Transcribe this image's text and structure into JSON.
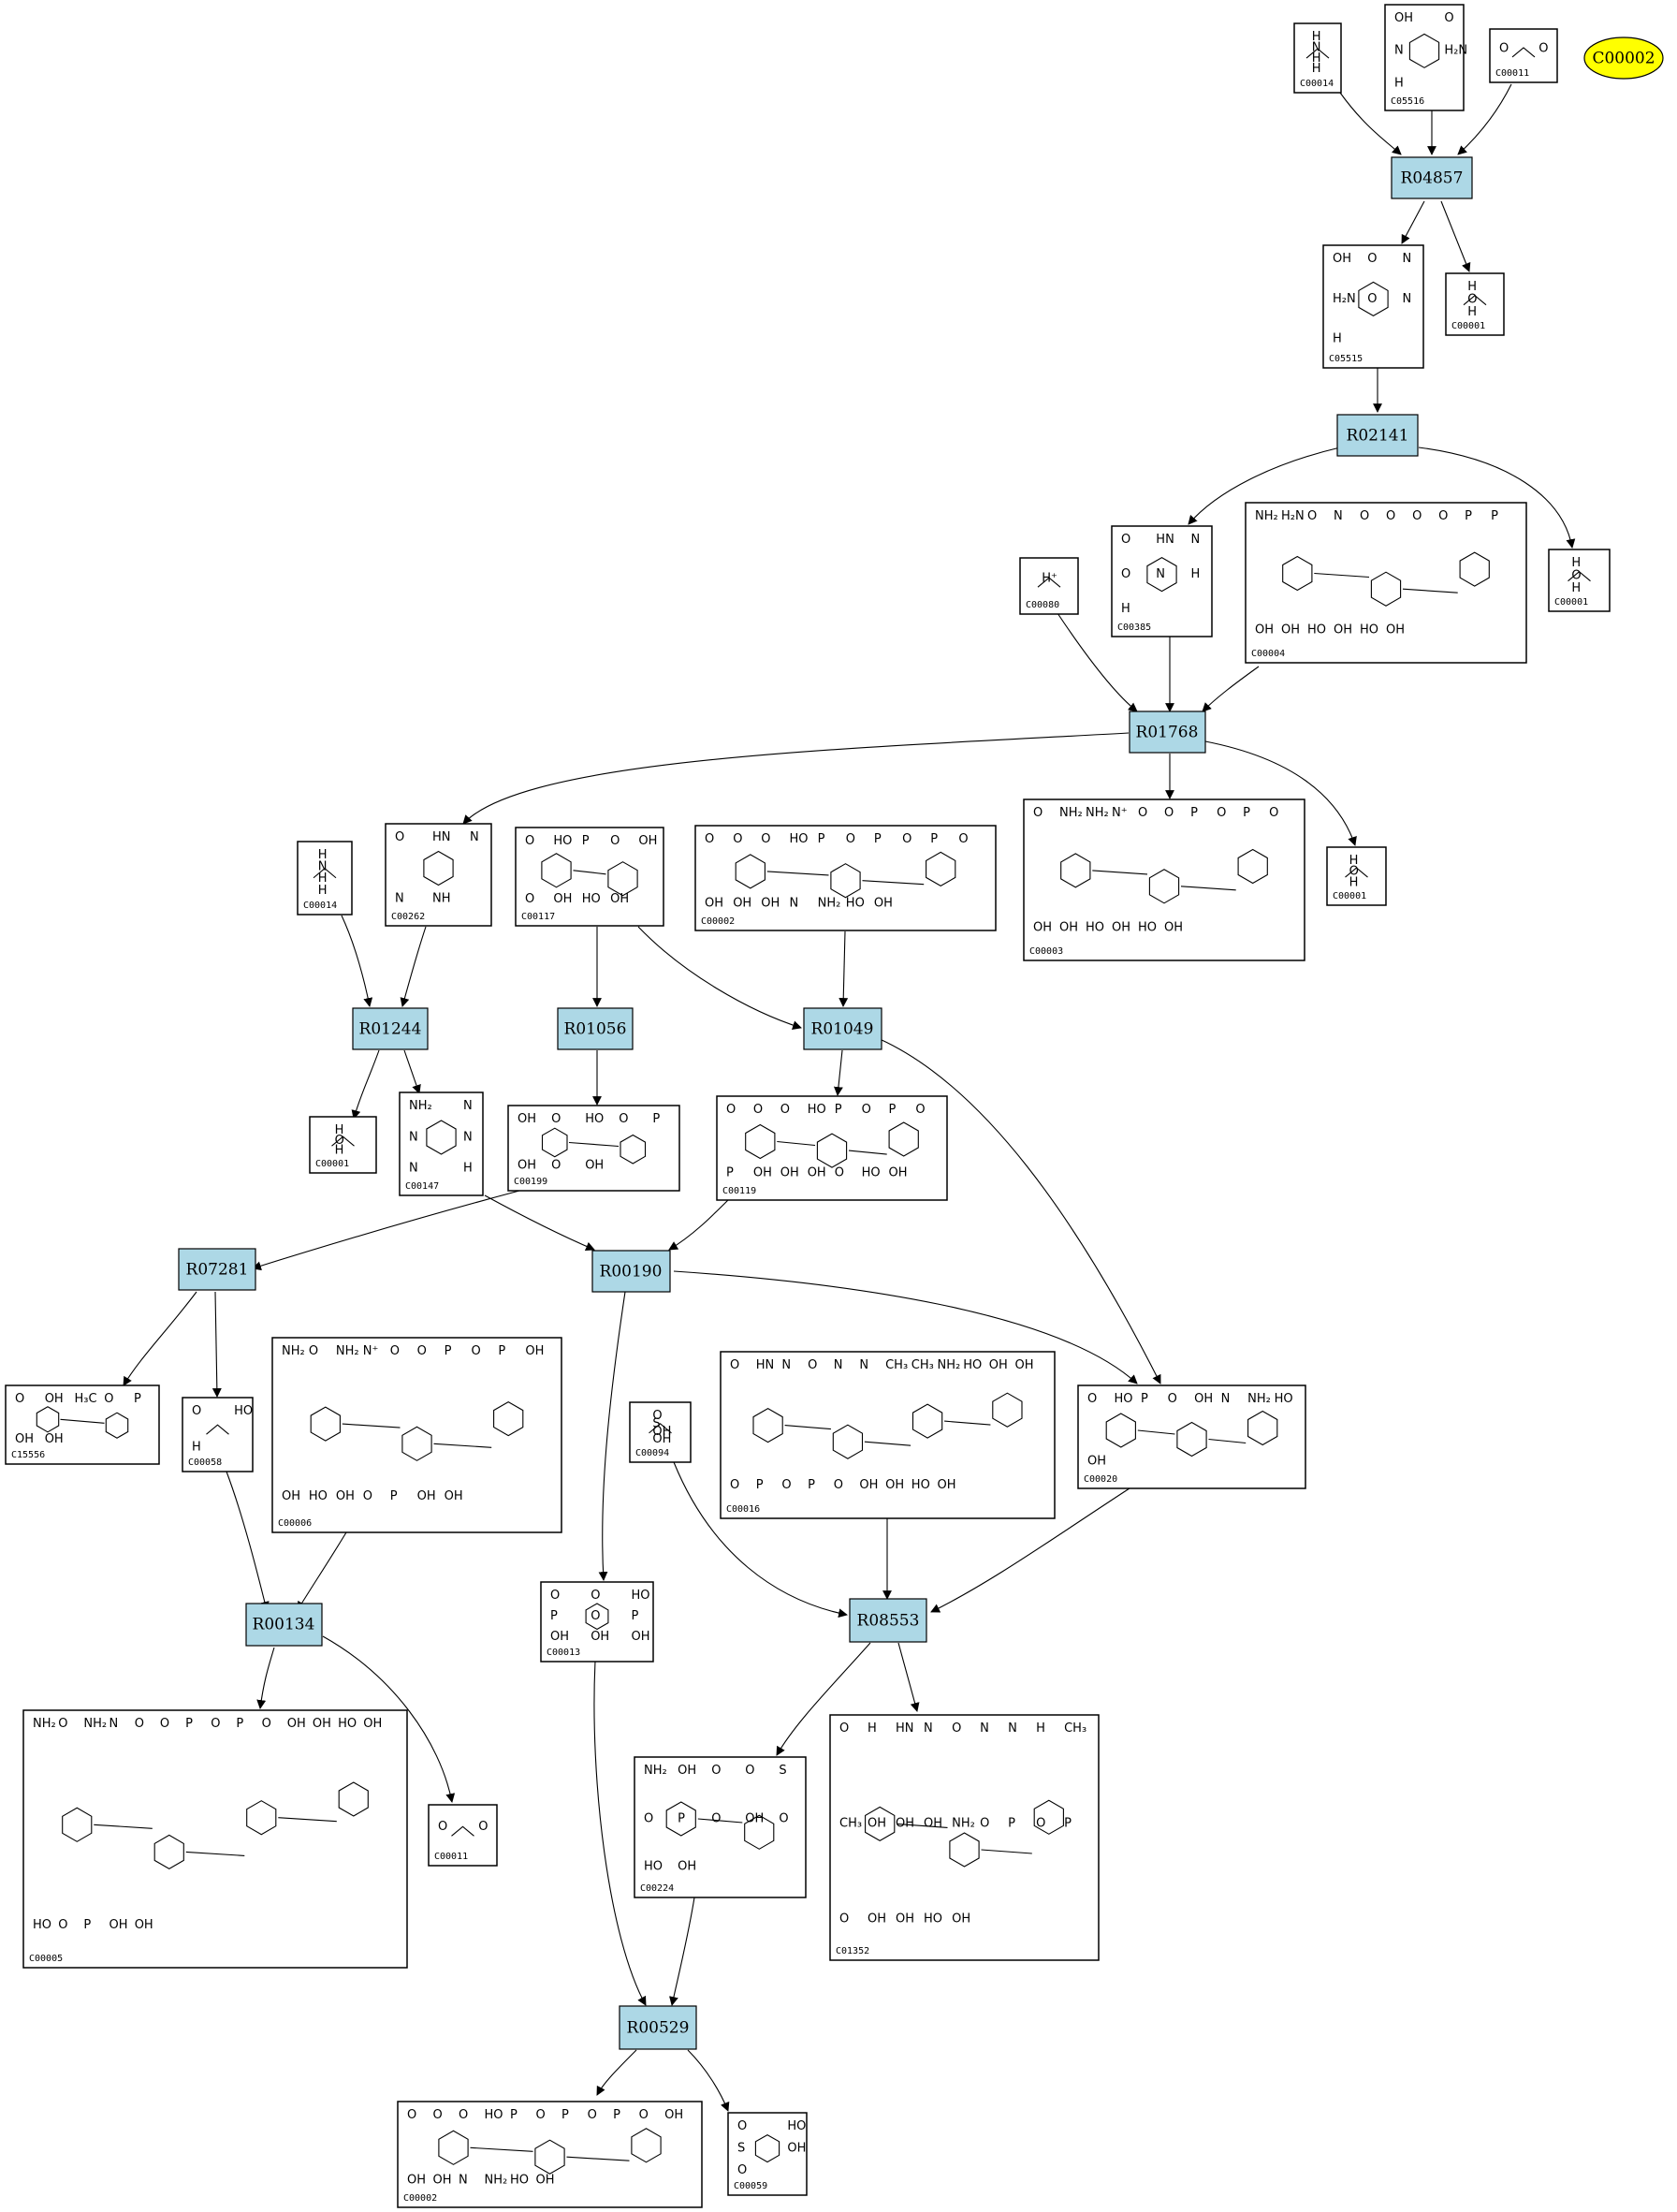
{
  "highlight": {
    "label": "C00002",
    "color": "#ffff00"
  },
  "reactions": {
    "r1": "R04857",
    "r2": "R02141",
    "r3": "R01768",
    "r4": "R01244",
    "r5": "R01056",
    "r6": "R01049",
    "r7": "R07281",
    "r8": "R00190",
    "r9": "R00134",
    "r10": "R08553",
    "r11": "R00529"
  },
  "compounds": {
    "c1": {
      "id": "C00014",
      "text": [
        "H",
        "N",
        "H",
        "H"
      ]
    },
    "c2": {
      "id": "C05516",
      "text": [
        "OH",
        "O",
        "N",
        "H₂N",
        "H"
      ]
    },
    "c3": {
      "id": "C00011",
      "text": [
        "O",
        "O"
      ]
    },
    "c4": {
      "id": "C05515",
      "text": [
        "OH",
        "O",
        "N",
        "H₂N",
        "O",
        "N",
        "H"
      ]
    },
    "c5": {
      "id": "C00001",
      "text": [
        "H",
        "O",
        "H"
      ]
    },
    "c6": {
      "id": "C00080",
      "text": [
        "H⁺"
      ]
    },
    "c7": {
      "id": "C00385",
      "text": [
        "O",
        "HN",
        "N",
        "O",
        "N",
        "H",
        "H"
      ]
    },
    "c8": {
      "id": "C00004",
      "text": [
        "NH₂",
        "H₂N",
        "O",
        "N",
        "O",
        "O",
        "O",
        "O",
        "P",
        "P",
        "OH",
        "OH",
        "HO",
        "OH",
        "HO",
        "OH"
      ]
    },
    "c9": {
      "id": "C00001",
      "text": [
        "H",
        "O",
        "H"
      ]
    },
    "c10": {
      "id": "C00014",
      "text": [
        "H",
        "N",
        "H",
        "H"
      ]
    },
    "c11": {
      "id": "C00262",
      "text": [
        "O",
        "HN",
        "N",
        "N",
        "NH"
      ]
    },
    "c12": {
      "id": "C00117",
      "text": [
        "O",
        "HO",
        "P",
        "O",
        "OH",
        "O",
        "OH",
        "HO",
        "OH"
      ]
    },
    "c13": {
      "id": "C00002",
      "text": [
        "O",
        "O",
        "O",
        "HO",
        "P",
        "O",
        "P",
        "O",
        "P",
        "O",
        "OH",
        "OH",
        "OH",
        "N",
        "NH₂",
        "HO",
        "OH"
      ]
    },
    "c14": {
      "id": "C00003",
      "text": [
        "O",
        "NH₂",
        "NH₂",
        "N⁺",
        "O",
        "O",
        "P",
        "O",
        "P",
        "O",
        "OH",
        "OH",
        "HO",
        "OH",
        "HO",
        "OH"
      ]
    },
    "c15": {
      "id": "C00001",
      "text": [
        "H",
        "O",
        "H"
      ]
    },
    "c16": {
      "id": "C00001",
      "text": [
        "H",
        "O",
        "H"
      ]
    },
    "c17": {
      "id": "C00147",
      "text": [
        "NH₂",
        "N",
        "N",
        "N",
        "N",
        "H"
      ]
    },
    "c18": {
      "id": "C00199",
      "text": [
        "OH",
        "O",
        "HO",
        "O",
        "P",
        "OH",
        "O",
        "OH"
      ]
    },
    "c19": {
      "id": "C00119",
      "text": [
        "O",
        "O",
        "O",
        "HO",
        "P",
        "O",
        "P",
        "O",
        "P",
        "OH",
        "OH",
        "OH",
        "O",
        "HO",
        "OH"
      ]
    },
    "c20": {
      "id": "C15556",
      "text": [
        "O",
        "OH",
        "H₃C",
        "O",
        "P",
        "OH",
        "OH"
      ]
    },
    "c21": {
      "id": "C00058",
      "text": [
        "O",
        "HO",
        "H"
      ]
    },
    "c22": {
      "id": "C00006",
      "text": [
        "NH₂",
        "O",
        "NH₂",
        "N⁺",
        "O",
        "O",
        "P",
        "O",
        "P",
        "OH",
        "OH",
        "HO",
        "OH",
        "O",
        "P",
        "OH",
        "OH"
      ]
    },
    "c23": {
      "id": "C00094",
      "text": [
        "O",
        "S",
        "OH",
        "OH"
      ]
    },
    "c24": {
      "id": "C00016",
      "text": [
        "O",
        "HN",
        "N",
        "O",
        "N",
        "N",
        "CH₃",
        "CH₃",
        "NH₂",
        "HO",
        "OH",
        "OH",
        "O",
        "P",
        "O",
        "P",
        "O",
        "OH",
        "OH",
        "HO",
        "OH"
      ]
    },
    "c25": {
      "id": "C00020",
      "text": [
        "O",
        "HO",
        "P",
        "O",
        "OH",
        "N",
        "NH₂",
        "HO",
        "OH"
      ]
    },
    "c26": {
      "id": "C00013",
      "text": [
        "O",
        "O",
        "HO",
        "P",
        "O",
        "P",
        "OH",
        "OH",
        "OH"
      ]
    },
    "c27": {
      "id": "C00005",
      "text": [
        "NH₂",
        "O",
        "NH₂",
        "N",
        "O",
        "O",
        "P",
        "O",
        "P",
        "O",
        "OH",
        "OH",
        "HO",
        "OH",
        "HO",
        "O",
        "P",
        "OH",
        "OH"
      ]
    },
    "c28": {
      "id": "C00011",
      "text": [
        "O",
        "O"
      ]
    },
    "c29": {
      "id": "C00224",
      "text": [
        "NH₂",
        "OH",
        "O",
        "O",
        "S",
        "O",
        "P",
        "O",
        "OH",
        "O",
        "HO",
        "OH"
      ]
    },
    "c30": {
      "id": "C01352",
      "text": [
        "O",
        "H",
        "HN",
        "N",
        "O",
        "N",
        "N",
        "H",
        "CH₃",
        "CH₃",
        "OH",
        "OH",
        "OH",
        "NH₂",
        "O",
        "P",
        "O",
        "P",
        "O",
        "OH",
        "OH",
        "HO",
        "OH"
      ]
    },
    "c31": {
      "id": "C00002",
      "text": [
        "O",
        "O",
        "O",
        "HO",
        "P",
        "O",
        "P",
        "O",
        "P",
        "O",
        "OH",
        "OH",
        "OH",
        "N",
        "NH₂",
        "HO",
        "OH"
      ]
    },
    "c32": {
      "id": "C00059",
      "text": [
        "O",
        "HO",
        "S",
        "OH",
        "O"
      ]
    }
  }
}
